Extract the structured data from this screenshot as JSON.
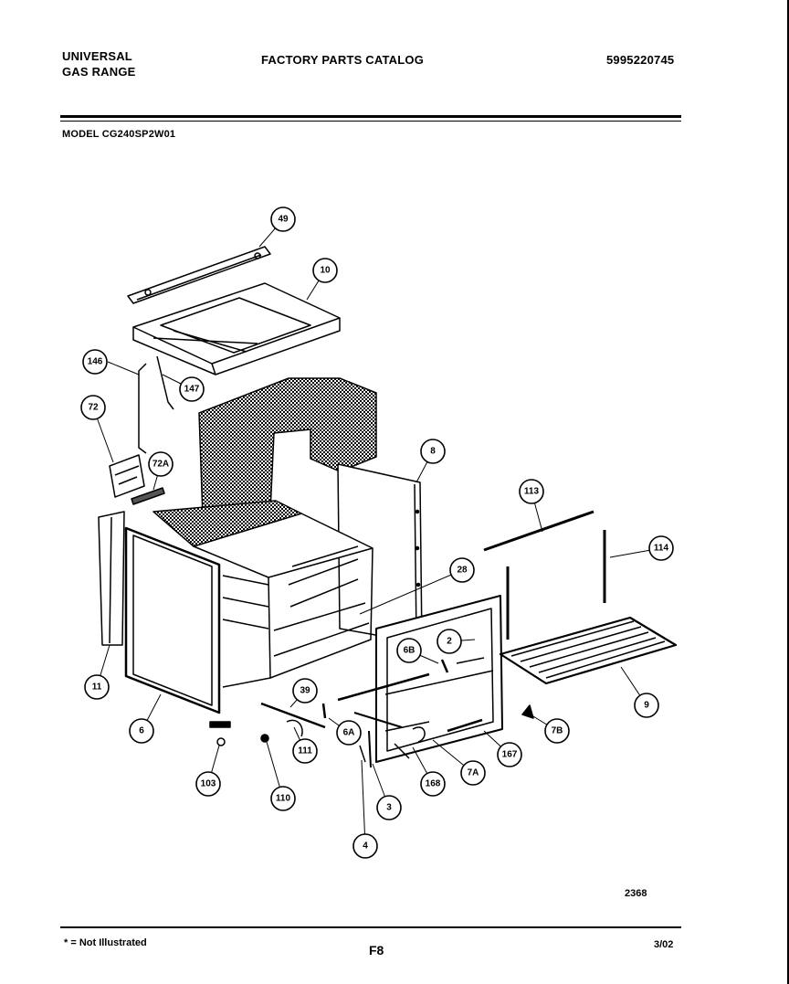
{
  "header": {
    "brand_line1": "UNIVERSAL",
    "brand_line2": "GAS RANGE",
    "catalog_title": "FACTORY PARTS CATALOG",
    "catalog_number": "5995220745",
    "model": "MODEL CG240SP2W01"
  },
  "callouts": [
    "49",
    "10",
    "146",
    "147",
    "72",
    "72A",
    "8",
    "113",
    "114",
    "28",
    "2",
    "6B",
    "9",
    "11",
    "6",
    "39",
    "6A",
    "103",
    "110",
    "111",
    "3",
    "4",
    "168",
    "7A",
    "167",
    "7B"
  ],
  "diagram_code": "2368",
  "footer": {
    "note": "* = Not Illustrated",
    "page": "F8",
    "date": "3/02"
  }
}
